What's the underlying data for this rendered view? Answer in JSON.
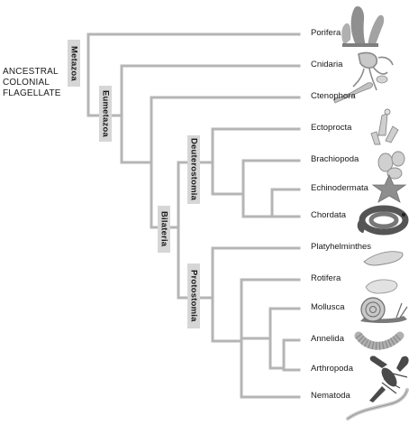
{
  "root_label": "ANCESTRAL\nCOLONIAL\nFLAGELLATE",
  "clades": {
    "metazoa": "Metazoa",
    "eumetazoa": "Eumetazoa",
    "bilateria": "Bilateria",
    "deuterostomia": "Deuterostomia",
    "protostomia": "Protostomia"
  },
  "taxa": [
    "Porifera",
    "Cnidaria",
    "Ctenophora",
    "Ectoprocta",
    "Brachiopoda",
    "Echinodermata",
    "Chordata",
    "Platyhelminthes",
    "Rotifera",
    "Mollusca",
    "Annelida",
    "Arthropoda",
    "Nematoda"
  ],
  "colors": {
    "branch": "#b5b5b5",
    "clade_label_bg": "#d6d6d6",
    "illustration": "#9a9a9a"
  }
}
